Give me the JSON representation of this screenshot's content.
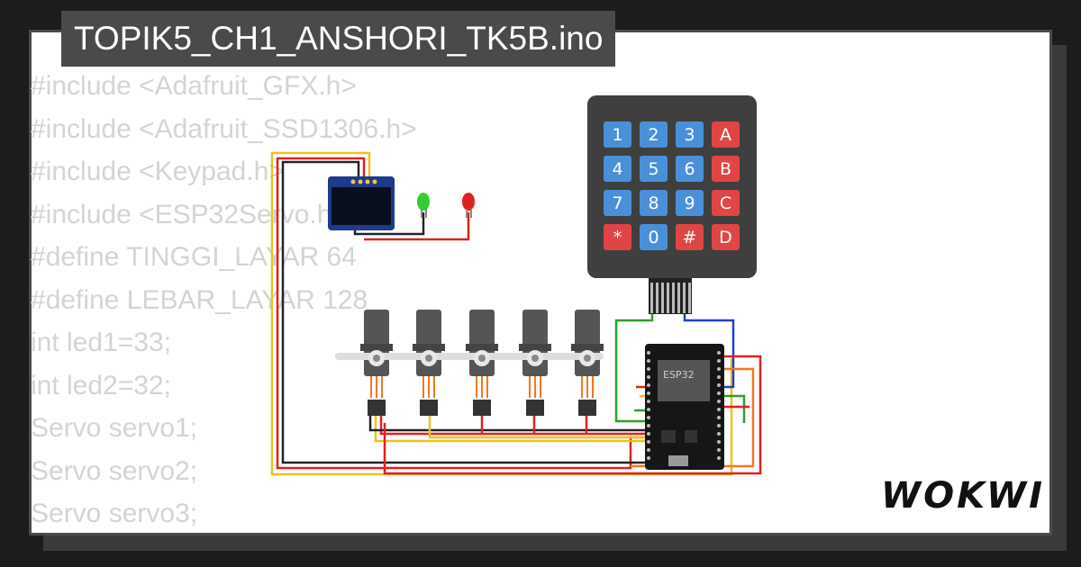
{
  "file": {
    "title": "TOPIK5_CH1_ANSHORI_TK5B.ino"
  },
  "code_lines": [
    "#include <Adafruit_GFX.h>",
    "#include <Adafruit_SSD1306.h>",
    "#include <Keypad.h>",
    "#include <ESP32Servo.h>",
    "#define TINGGI_LAYAR 64",
    "#define LEBAR_LAYAR 128",
    "int led1=33;",
    "int led2=32;",
    "Servo servo1;",
    "Servo servo2;",
    "Servo servo3;"
  ],
  "keypad": {
    "keys": [
      [
        "1",
        "2",
        "3",
        "A"
      ],
      [
        "4",
        "5",
        "6",
        "B"
      ],
      [
        "7",
        "8",
        "9",
        "C"
      ],
      [
        "*",
        "0",
        "#",
        "D"
      ]
    ]
  },
  "board": {
    "label": "ESP32"
  },
  "brand": {
    "logo": "WOKWI"
  },
  "colors": {
    "key_blue": "#4a90d9",
    "key_red": "#e04545",
    "wire_red": "#e02020",
    "wire_yellow": "#f0c020",
    "wire_green": "#2aa02a",
    "wire_blue": "#2040d0",
    "wire_black": "#222222",
    "wire_orange": "#f07820"
  },
  "icons": {
    "oled": "oled-display-icon",
    "led_green": "green-led-icon",
    "led_red": "red-led-icon",
    "servo": "servo-motor-icon",
    "keypad": "keypad-icon",
    "board": "esp32-board-icon"
  }
}
